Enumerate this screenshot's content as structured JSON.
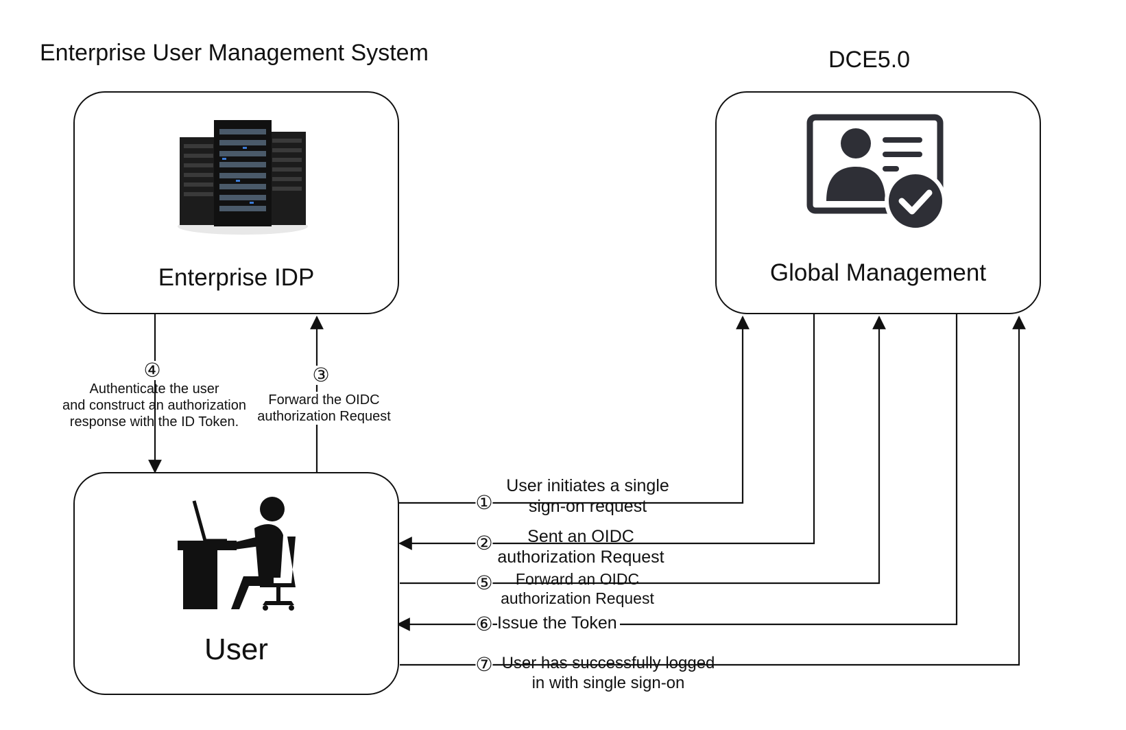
{
  "left_title": "Enterprise User Management System",
  "right_title": "DCE5.0",
  "nodes": {
    "idp": {
      "label": "Enterprise IDP",
      "icon": "server-rack-icon"
    },
    "global": {
      "label": "Global Management",
      "icon": "id-card-check-icon"
    },
    "user": {
      "label": "User",
      "icon": "user-at-desk-icon"
    }
  },
  "steps": [
    {
      "num": "①",
      "line1": "User initiates a single",
      "line2": "sign-on request"
    },
    {
      "num": "②",
      "line1": "Sent an OIDC",
      "line2": "authorization Request"
    },
    {
      "num": "③",
      "line1": "Forward the OIDC",
      "line2": "authorization Request"
    },
    {
      "num": "④",
      "line1": "Authenticate the user",
      "line2": "and construct an authorization",
      "line3": "response with the ID Token."
    },
    {
      "num": "⑤",
      "line1": "Forward an OIDC",
      "line2": "authorization Request"
    },
    {
      "num": "⑥",
      "line1": "Issue the Token"
    },
    {
      "num": "⑦",
      "line1": "User has successfully logged",
      "line2": "in with single sign-on"
    }
  ]
}
